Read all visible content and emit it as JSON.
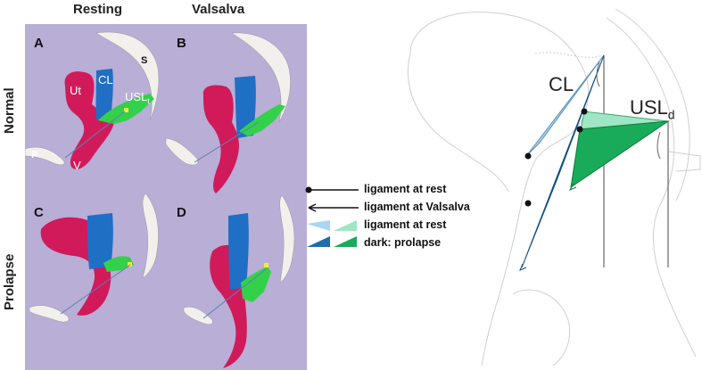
{
  "column_headers": {
    "resting": "Resting",
    "valsalva": "Valsalva"
  },
  "row_headers": {
    "normal": "Normal",
    "prolapse": "Prolapse"
  },
  "panels": {
    "a": "A",
    "b": "B",
    "c": "C",
    "d": "D"
  },
  "anatomy_labels": {
    "ut": "Ut",
    "cl": "CL",
    "usl": "USL",
    "usl_sub": "t",
    "s": "S",
    "p": "P",
    "v": "V"
  },
  "legend": {
    "rest_line": "ligament at rest",
    "valsalva_line": "ligament at Valsalva",
    "rest_color": "ligament at rest",
    "prolapse_color": "dark: prolapse"
  },
  "schematic_labels": {
    "cl": "CL",
    "usl": "USL",
    "usl_sub": "d"
  },
  "colors": {
    "panel_background": "#b8aed6",
    "uterus": "#d11a5a",
    "cl_ligament": "#1f6fc4",
    "usl_ligament": "#33d14a",
    "bone": "#f2f0ec",
    "cl_light": "#a9d6f2",
    "cl_dark": "#1a6fae",
    "usl_light": "#9ee6c4",
    "usl_dark": "#1aab5a"
  }
}
